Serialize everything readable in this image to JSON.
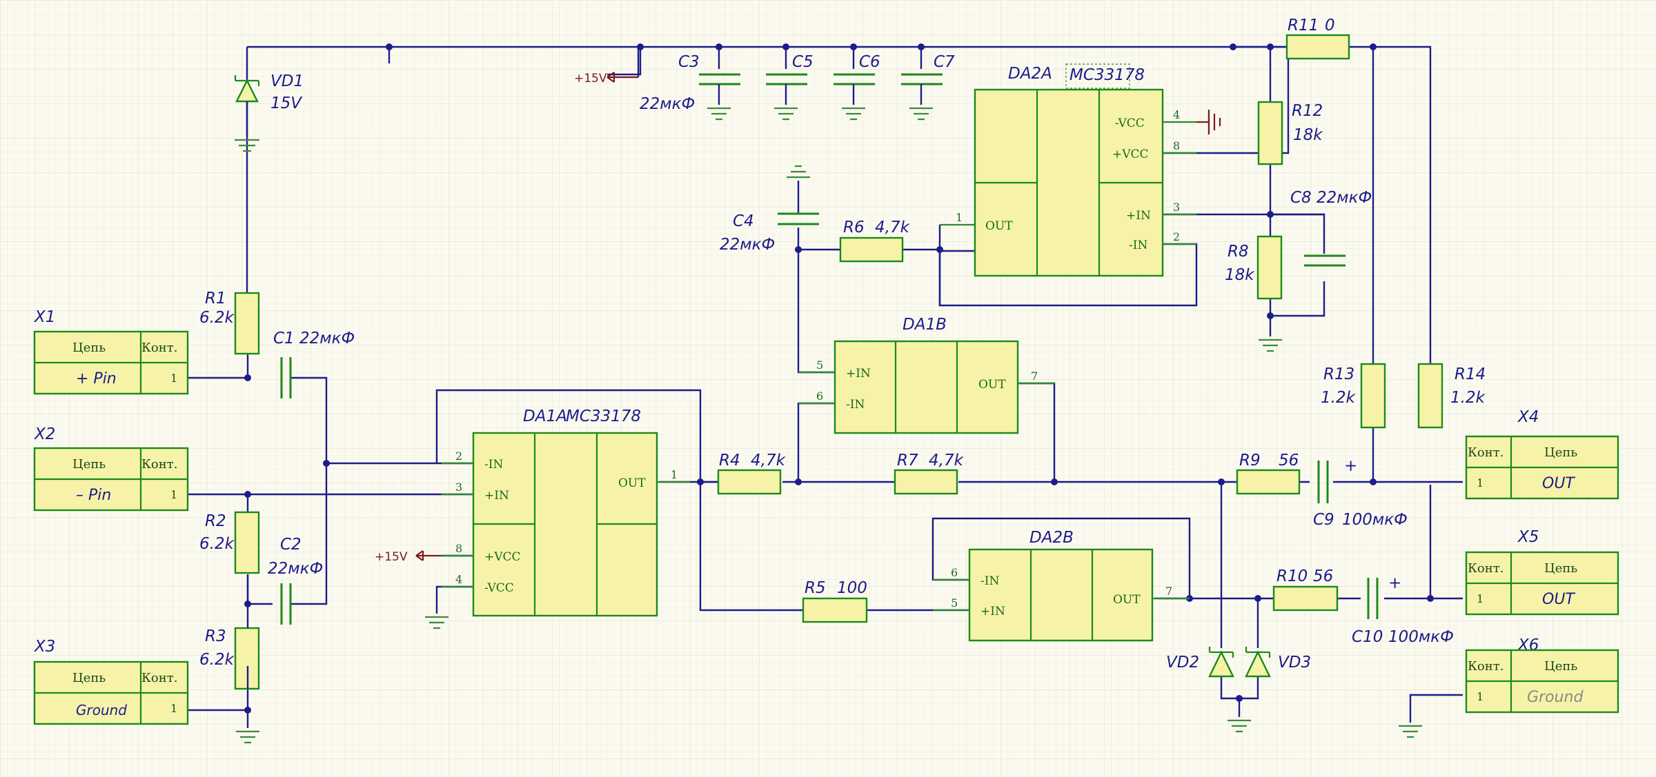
{
  "schematic": {
    "connectors": {
      "X1": {
        "ref": "X1",
        "h1": "Цепь",
        "h2": "Конт.",
        "net": "+ Pin",
        "pin": "1"
      },
      "X2": {
        "ref": "X2",
        "h1": "Цепь",
        "h2": "Конт.",
        "net": "– Pin",
        "pin": "1"
      },
      "X3": {
        "ref": "X3",
        "h1": "Цепь",
        "h2": "Конт.",
        "net": "Ground",
        "pin": "1"
      },
      "X4": {
        "ref": "X4",
        "h1": "Конт.",
        "h2": "Цепь",
        "net": "OUT",
        "pin": "1"
      },
      "X5": {
        "ref": "X5",
        "h1": "Конт.",
        "h2": "Цепь",
        "net": "OUT",
        "pin": "1"
      },
      "X6": {
        "ref": "X6",
        "h1": "Конт.",
        "h2": "Цепь",
        "net": "Ground",
        "pin": "1"
      }
    },
    "resistors": {
      "R1": {
        "ref": "R1",
        "value": "6.2k"
      },
      "R2": {
        "ref": "R2",
        "value": "6.2k"
      },
      "R3": {
        "ref": "R3",
        "value": "6.2k"
      },
      "R4": {
        "ref": "R4",
        "value": "4,7k"
      },
      "R5": {
        "ref": "R5",
        "value": "100"
      },
      "R6": {
        "ref": "R6",
        "value": "4,7k"
      },
      "R7": {
        "ref": "R7",
        "value": "4,7k"
      },
      "R8": {
        "ref": "R8",
        "value": "18k"
      },
      "R9": {
        "ref": "R9",
        "value": "56"
      },
      "R10": {
        "ref": "R10",
        "value": "56"
      },
      "R11": {
        "ref": "R11",
        "value": "0"
      },
      "R12": {
        "ref": "R12",
        "value": "18k"
      },
      "R13": {
        "ref": "R13",
        "value": "1.2k"
      },
      "R14": {
        "ref": "R14",
        "value": "1.2k"
      }
    },
    "capacitors": {
      "C1": {
        "ref": "C1",
        "value": "22мкФ"
      },
      "C2": {
        "ref": "C2",
        "value": "22мкФ"
      },
      "C3": {
        "ref": "C3",
        "value": "22мкФ"
      },
      "C4": {
        "ref": "C4",
        "value": "22мкФ"
      },
      "C5": {
        "ref": "C5"
      },
      "C6": {
        "ref": "C6"
      },
      "C7": {
        "ref": "C7"
      },
      "C8": {
        "ref": "C8",
        "value": "22мкФ"
      },
      "C9": {
        "ref": "C9",
        "value": "100мкФ"
      },
      "C10": {
        "ref": "C10",
        "value": "100мкФ"
      }
    },
    "diodes": {
      "VD1": {
        "ref": "VD1",
        "value": "15V"
      },
      "VD2": {
        "ref": "VD2"
      },
      "VD3": {
        "ref": "VD3"
      }
    },
    "opamps": {
      "DA1A": {
        "ref": "DA1A",
        "part": "MC33178",
        "pins": {
          "inm": "2",
          "inp": "3",
          "out": "1",
          "vccp": "8",
          "vccm": "4"
        },
        "names": {
          "inm": "-IN",
          "inp": "+IN",
          "out": "OUT",
          "vccp": "+VCC",
          "vccm": "-VCC"
        }
      },
      "DA1B": {
        "ref": "DA1B",
        "pins": {
          "inp": "5",
          "inm": "6",
          "out": "7"
        },
        "names": {
          "inp": "+IN",
          "inm": "-IN",
          "out": "OUT"
        }
      },
      "DA2A": {
        "ref": "DA2A",
        "part": "MC33178",
        "pins": {
          "out": "1",
          "vccm": "4",
          "vccp": "8",
          "inp": "3",
          "inm": "2"
        },
        "names": {
          "out": "OUT",
          "vccm": "-VCC",
          "vccp": "+VCC",
          "inp": "+IN",
          "inm": "-IN"
        }
      },
      "DA2B": {
        "ref": "DA2B",
        "pins": {
          "inm": "6",
          "inp": "5",
          "out": "7"
        },
        "names": {
          "inm": "-IN",
          "inp": "+IN",
          "out": "OUT"
        }
      }
    },
    "power": {
      "v15_top": "+15V",
      "v15_da1": "+15V"
    },
    "polarity": {
      "plus": "+"
    },
    "colors": {
      "wire": "#1c1c8c",
      "body": "#f6f3a8",
      "outline": "#1a8a1a",
      "power": "#7a1a1a"
    }
  }
}
